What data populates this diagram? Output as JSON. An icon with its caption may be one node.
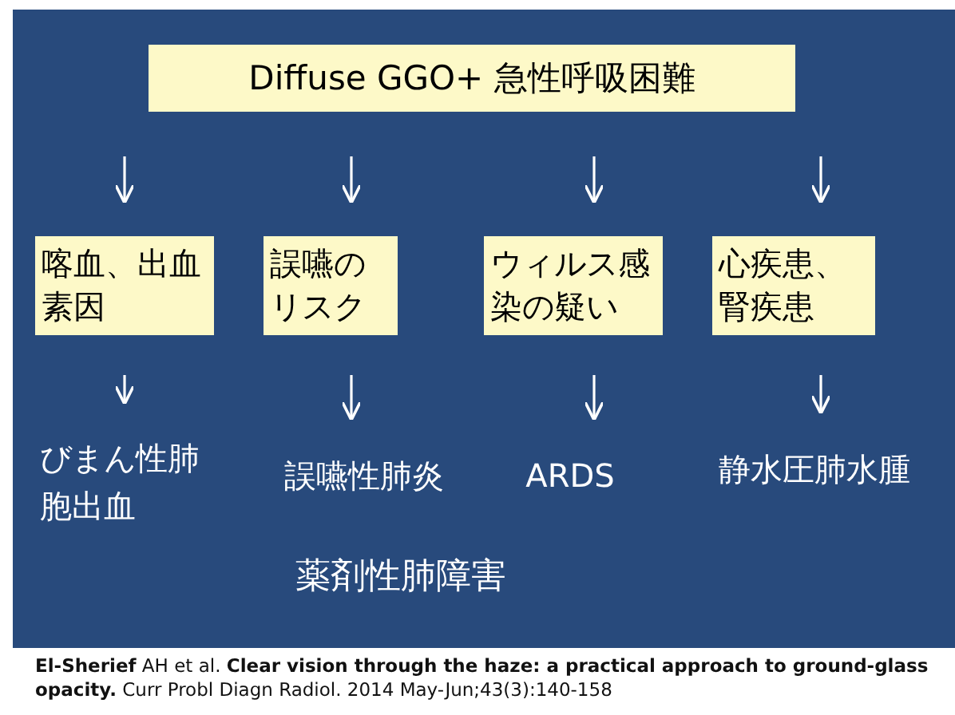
{
  "diagram": {
    "nodes": [
      {
        "text": [
          "Diffuse GGO+ 急性呼吸困難"
        ]
      },
      {
        "text": [
          "喀血、出血素因"
        ]
      },
      {
        "text": [
          "誤嚥のリスク"
        ]
      },
      {
        "text": [
          "ウィルス感染の疑い"
        ]
      },
      {
        "text": [
          "心疾患、腎疾患"
        ]
      },
      {
        "text": [
          "びまん性肺胞出血"
        ]
      },
      {
        "text": [
          "誤嚥性肺炎"
        ]
      },
      {
        "text": [
          "ARDS"
        ]
      },
      {
        "text": [
          "静水圧肺水腫"
        ]
      }
    ],
    "edges": [
      {
        "from": 0,
        "to": 1,
        "arrow": "to"
      },
      {
        "from": 0,
        "to": 2,
        "arrow": "to"
      },
      {
        "from": 0,
        "to": 3,
        "arrow": "to"
      },
      {
        "from": 0,
        "to": 4,
        "arrow": "to"
      },
      {
        "from": 1,
        "to": 5,
        "arrow": "to"
      },
      {
        "from": 2,
        "to": 6,
        "arrow": "to"
      },
      {
        "from": 3,
        "to": 7,
        "arrow": "to"
      },
      {
        "from": 4,
        "to": 8,
        "arrow": "to"
      }
    ],
    "labels": [
      "薬剤性肺障害",
      "**El-Sherief** AH et al. **Clear vision through the haze: a practical approach to ground-glass opacity.** Curr Probl Diagn Radiol. 2014 May-Jun;43(3):140-158"
    ]
  }
}
